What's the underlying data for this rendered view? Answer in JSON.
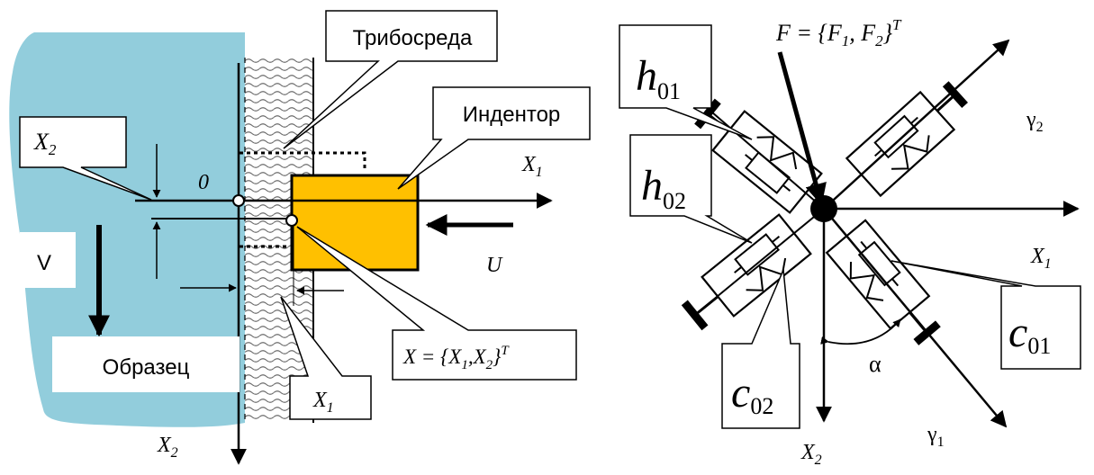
{
  "left_diagram": {
    "callout_medium": "Трибосреда",
    "callout_indenter": "Индентор",
    "callout_x2": "X",
    "callout_x2_sub": "2",
    "label_origin": "0",
    "label_x1_axis": "X",
    "label_x1_axis_sub": "1",
    "label_u": "U",
    "label_v": "V",
    "callout_sample": "Образец",
    "label_x2_axis": "X",
    "label_x2_axis_sub": "2",
    "callout_x1": "X",
    "callout_x1_sub": "1",
    "callout_vector_lhs": "X = {X",
    "callout_vector_sub1": "1",
    "callout_vector_mid": ",X",
    "callout_vector_sub2": "2",
    "callout_vector_close": "}",
    "callout_vector_sup": "T"
  },
  "right_diagram": {
    "force_label_lhs": "F = {F",
    "force_label_sub1": "1",
    "force_label_mid": ", F",
    "force_label_sub2": "2",
    "force_label_close": "}",
    "force_label_sup": "T",
    "callout_h01": "h",
    "callout_h01_sub": "01",
    "callout_h02": "h",
    "callout_h02_sub": "02",
    "label_gamma2": "γ",
    "label_gamma2_sub": "2",
    "label_x1_axis": "X",
    "label_x1_axis_sub": "1",
    "callout_c01": "c",
    "callout_c01_sub": "01",
    "callout_c02": "c",
    "callout_c02_sub": "02",
    "label_alpha": "α",
    "label_gamma1": "γ",
    "label_gamma1_sub": "1",
    "label_x2_axis": "X",
    "label_x2_axis_sub": "2"
  },
  "colors": {
    "sample_fill": "#92cddc",
    "indenter_fill": "#ffc000",
    "line": "#000000"
  }
}
